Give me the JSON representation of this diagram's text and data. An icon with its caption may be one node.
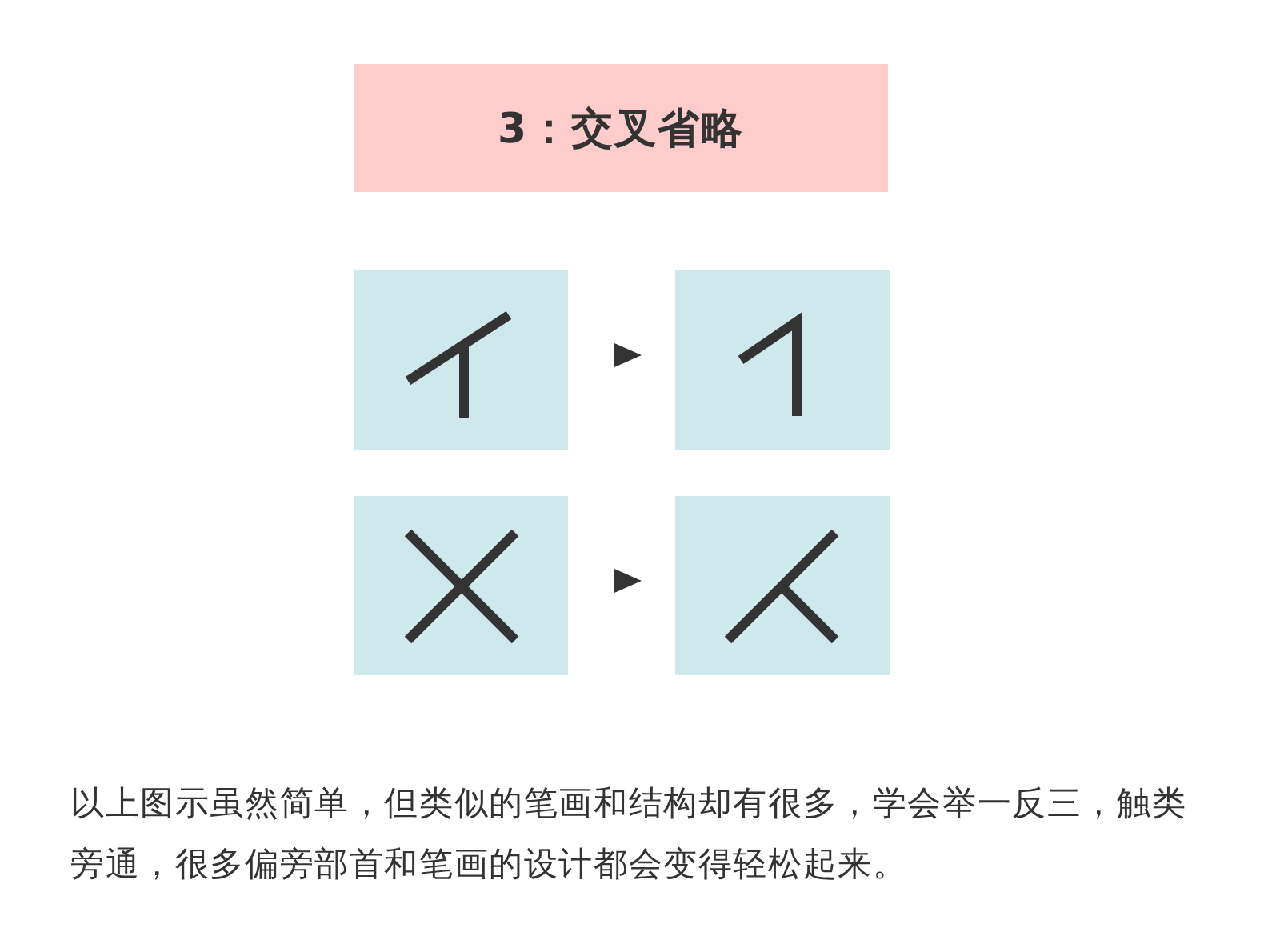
{
  "diagram": {
    "nodes": [
      {
        "text": [
          "3：交叉省略"
        ]
      },
      {
        "text": [],
        "shape": "picture"
      },
      {
        "text": [],
        "shape": "picture"
      },
      {
        "text": [],
        "shape": "picture"
      },
      {
        "text": [],
        "shape": "picture"
      }
    ],
    "edges": [
      {
        "from": 1,
        "to": 2,
        "arrow": "to"
      },
      {
        "from": 3,
        "to": 4,
        "arrow": "to"
      }
    ],
    "caption": "以上图示虽然简单，但类似的笔画和结构却有很多，学会举一反三，触类旁通，很多偏旁部首和笔画的设计都会变得轻松起来。"
  }
}
